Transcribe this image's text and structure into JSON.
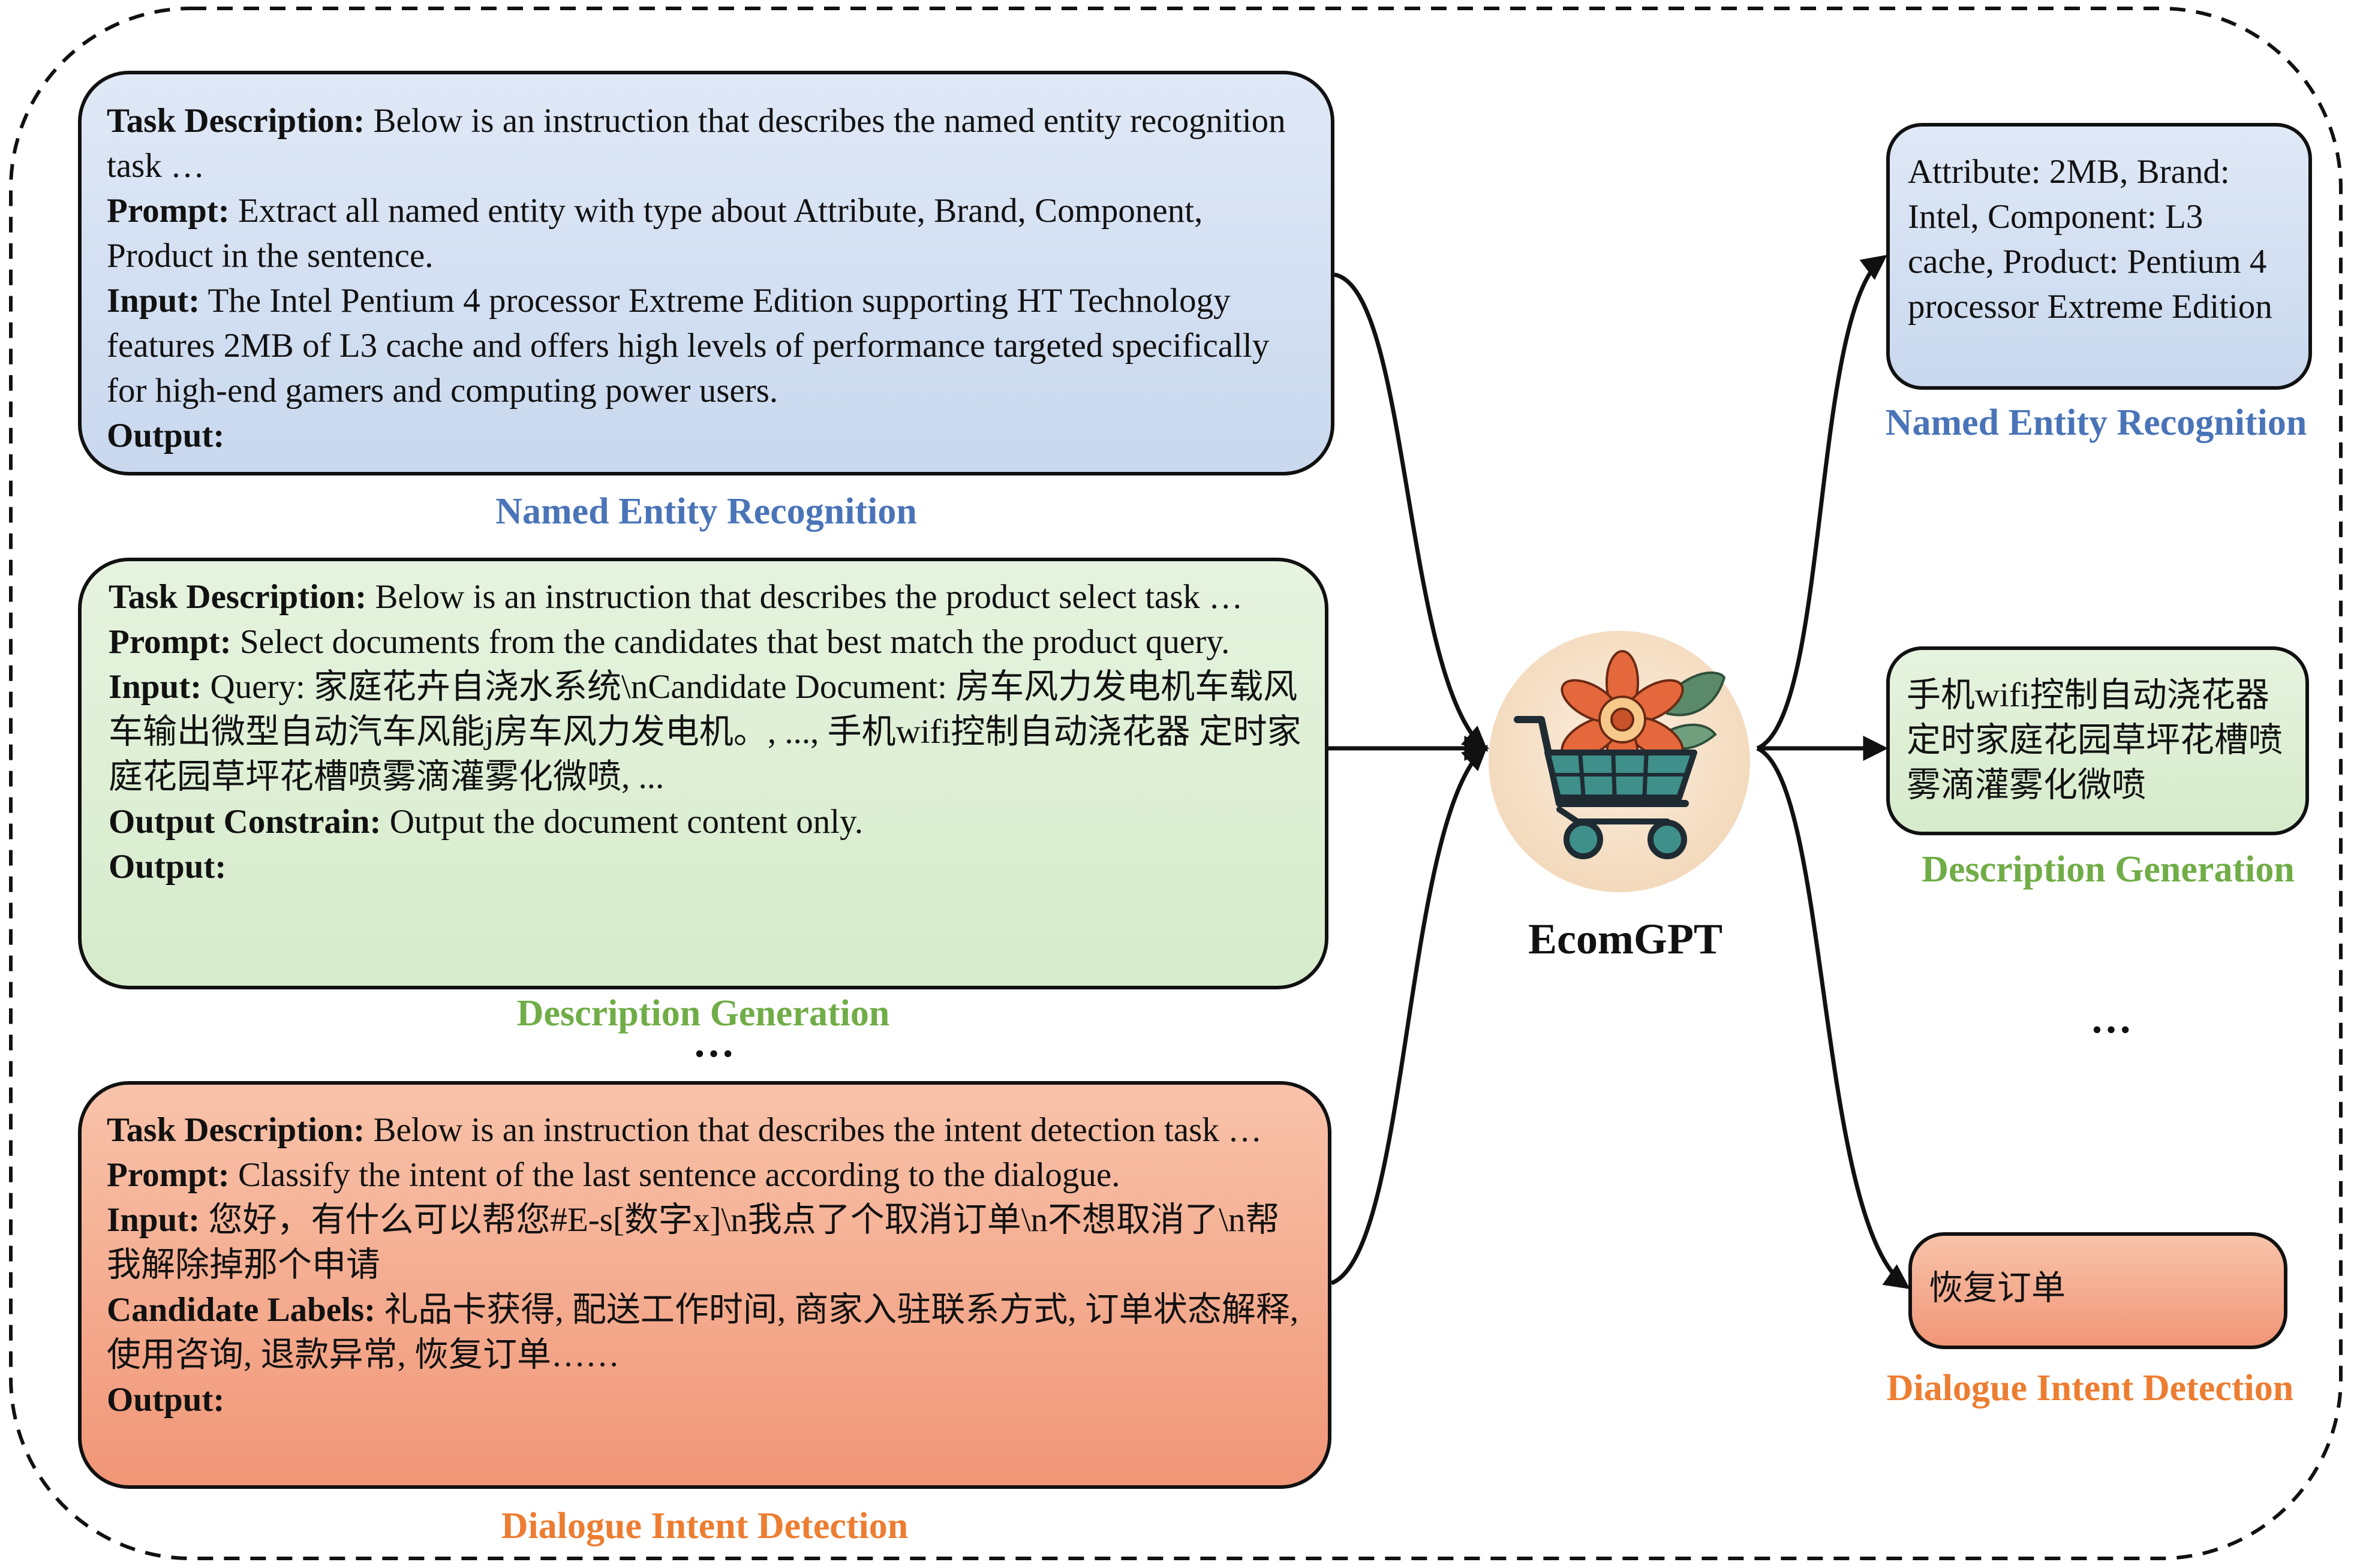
{
  "colors": {
    "ner": "#4a74b8",
    "dg": "#70ad47",
    "did": "#ed7d31"
  },
  "boxes": {
    "ner": {
      "task_label": "Task Description:",
      "task_text": " Below is an instruction that describes the named entity recognition task …",
      "prompt_label": "Prompt:",
      "prompt_text": " Extract all named entity with type about Attribute, Brand, Component, Product in the sentence.",
      "input_label": "Input:",
      "input_text": " The Intel Pentium 4 processor Extreme Edition supporting HT Technology features 2MB of L3 cache and offers high levels of performance targeted specifically for high-end gamers and computing power users.",
      "output_label": "Output:",
      "caption": "Named Entity Recognition"
    },
    "dg": {
      "task_label": "Task Description:",
      "task_text": " Below is an instruction that describes the product select task …",
      "prompt_label": "Prompt:",
      "prompt_text": " Select documents from the candidates that best match the product query.",
      "input_label": "Input:",
      "input_text": " Query: 家庭花卉自浇水系统\\nCandidate Document: 房车风力发电机车载风车输出微型自动汽车风能j房车风力发电机。, ..., 手机wifi控制自动浇花器 定时家庭花园草坪花槽喷雾滴灌雾化微喷, ...",
      "constraint_label": "Output Constrain:",
      "constraint_text": " Output the document content only.",
      "output_label": "Output:",
      "caption": "Description Generation"
    },
    "did": {
      "task_label": "Task Description:",
      "task_text": " Below is an instruction that describes the intent detection task …",
      "prompt_label": "Prompt:",
      "prompt_text": " Classify the intent of the last sentence according to the dialogue.",
      "input_label": "Input:",
      "input_text": " 您好，有什么可以帮您#E-s[数字x]\\n我点了个取消订单\\n不想取消了\\n帮我解除掉那个申请",
      "labels_label": "Candidate Labels:",
      "labels_text": " 礼品卡获得, 配送工作时间, 商家入驻联系方式, 订单状态解释, 使用咨询, 退款异常, 恢复订单……",
      "output_label": "Output:",
      "caption": "Dialogue Intent Detection"
    }
  },
  "left_ellipsis": "…",
  "hub": {
    "title": "EcomGPT",
    "icon": "shopping-cart-flower-icon"
  },
  "results": {
    "ner": {
      "text": "Attribute: 2MB, Brand: Intel, Component: L3 cache, Product: Pentium 4 processor Extreme Edition",
      "caption": "Named Entity Recognition"
    },
    "dg": {
      "text": "手机wifi控制自动浇花器 定时家庭花园草坪花槽喷雾滴灌雾化微喷",
      "caption": "Description Generation"
    },
    "did": {
      "text": "恢复订单",
      "caption": "Dialogue Intent Detection"
    }
  },
  "right_ellipsis": "…"
}
